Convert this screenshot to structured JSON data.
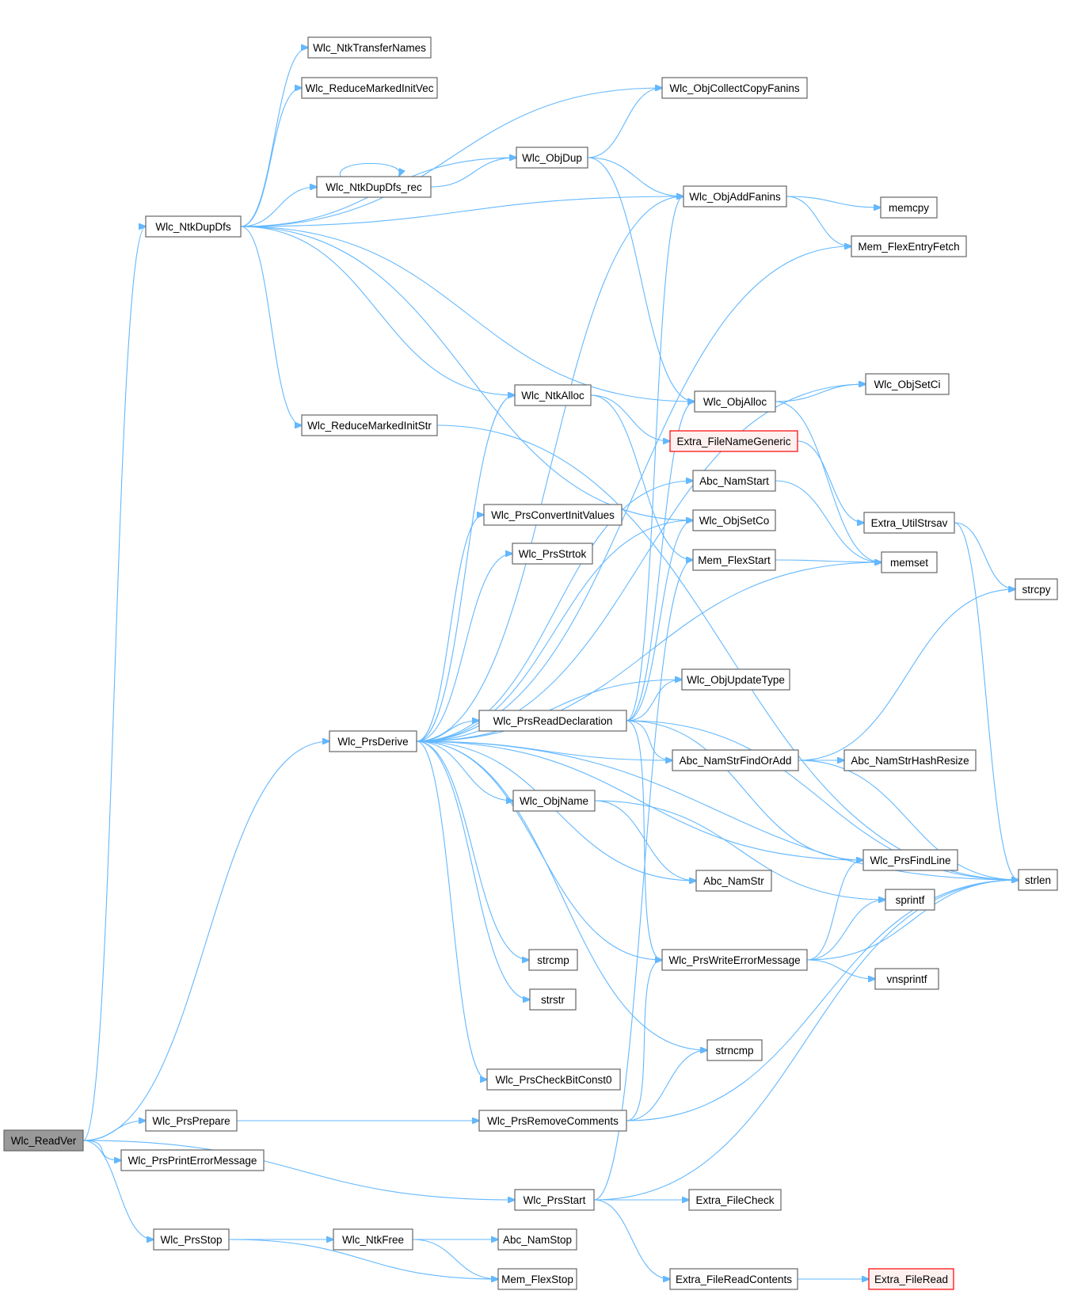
{
  "colors": {
    "edge": "#63b8ff",
    "root_fill": "#999999",
    "node_border": "#666666",
    "truncated_border": "#ff0000"
  },
  "nodes": [
    {
      "id": "Wlc_ReadVer",
      "label": "Wlc_ReadVer",
      "root": true
    },
    {
      "id": "Wlc_NtkDupDfs",
      "label": "Wlc_NtkDupDfs"
    },
    {
      "id": "Wlc_PrsDerive",
      "label": "Wlc_PrsDerive"
    },
    {
      "id": "Wlc_PrsPrepare",
      "label": "Wlc_PrsPrepare"
    },
    {
      "id": "Wlc_PrsPrintErrorMessage",
      "label": "Wlc_PrsPrintErrorMessage"
    },
    {
      "id": "Wlc_PrsStop",
      "label": "Wlc_PrsStop"
    },
    {
      "id": "Wlc_NtkTransferNames",
      "label": "Wlc_NtkTransferNames"
    },
    {
      "id": "Wlc_ReduceMarkedInitVec",
      "label": "Wlc_ReduceMarkedInitVec"
    },
    {
      "id": "Wlc_NtkDupDfs_rec",
      "label": "Wlc_NtkDupDfs_rec"
    },
    {
      "id": "Wlc_ReduceMarkedInitStr",
      "label": "Wlc_ReduceMarkedInitStr"
    },
    {
      "id": "Wlc_NtkFree",
      "label": "Wlc_NtkFree"
    },
    {
      "id": "Wlc_ObjDup",
      "label": "Wlc_ObjDup"
    },
    {
      "id": "Wlc_NtkAlloc",
      "label": "Wlc_NtkAlloc"
    },
    {
      "id": "Wlc_PrsConvertInitValues",
      "label": "Wlc_PrsConvertInitValues"
    },
    {
      "id": "Wlc_PrsStrtok",
      "label": "Wlc_PrsStrtok"
    },
    {
      "id": "Wlc_PrsReadDeclaration",
      "label": "Wlc_PrsReadDeclaration"
    },
    {
      "id": "Wlc_ObjName",
      "label": "Wlc_ObjName"
    },
    {
      "id": "strcmp",
      "label": "strcmp"
    },
    {
      "id": "strstr",
      "label": "strstr"
    },
    {
      "id": "Wlc_PrsCheckBitConst0",
      "label": "Wlc_PrsCheckBitConst0"
    },
    {
      "id": "Wlc_PrsRemoveComments",
      "label": "Wlc_PrsRemoveComments"
    },
    {
      "id": "Wlc_PrsStart",
      "label": "Wlc_PrsStart"
    },
    {
      "id": "Wlc_ObjCollectCopyFanins",
      "label": "Wlc_ObjCollectCopyFanins"
    },
    {
      "id": "Wlc_ObjAddFanins",
      "label": "Wlc_ObjAddFanins"
    },
    {
      "id": "Wlc_ObjAlloc",
      "label": "Wlc_ObjAlloc"
    },
    {
      "id": "Extra_FileNameGeneric",
      "label": "Extra_FileNameGeneric",
      "red": true
    },
    {
      "id": "Abc_NamStart",
      "label": "Abc_NamStart"
    },
    {
      "id": "Wlc_ObjSetCo",
      "label": "Wlc_ObjSetCo"
    },
    {
      "id": "Mem_FlexStart",
      "label": "Mem_FlexStart"
    },
    {
      "id": "Wlc_ObjUpdateType",
      "label": "Wlc_ObjUpdateType"
    },
    {
      "id": "Abc_NamStrFindOrAdd",
      "label": "Abc_NamStrFindOrAdd"
    },
    {
      "id": "Abc_NamStr",
      "label": "Abc_NamStr"
    },
    {
      "id": "Wlc_PrsWriteErrorMessage",
      "label": "Wlc_PrsWriteErrorMessage"
    },
    {
      "id": "strncmp",
      "label": "strncmp"
    },
    {
      "id": "Extra_FileCheck",
      "label": "Extra_FileCheck"
    },
    {
      "id": "Abc_NamStop",
      "label": "Abc_NamStop"
    },
    {
      "id": "Mem_FlexStop",
      "label": "Mem_FlexStop"
    },
    {
      "id": "Extra_FileReadContents",
      "label": "Extra_FileReadContents"
    },
    {
      "id": "memcpy",
      "label": "memcpy"
    },
    {
      "id": "Mem_FlexEntryFetch",
      "label": "Mem_FlexEntryFetch"
    },
    {
      "id": "Wlc_ObjSetCi",
      "label": "Wlc_ObjSetCi"
    },
    {
      "id": "Extra_UtilStrsav",
      "label": "Extra_UtilStrsav"
    },
    {
      "id": "memset",
      "label": "memset"
    },
    {
      "id": "Abc_NamStrHashResize",
      "label": "Abc_NamStrHashResize"
    },
    {
      "id": "Wlc_PrsFindLine",
      "label": "Wlc_PrsFindLine"
    },
    {
      "id": "sprintf",
      "label": "sprintf"
    },
    {
      "id": "vnsprintf",
      "label": "vnsprintf"
    },
    {
      "id": "Extra_FileRead",
      "label": "Extra_FileRead",
      "red": true
    },
    {
      "id": "strcpy",
      "label": "strcpy"
    },
    {
      "id": "strlen",
      "label": "strlen"
    }
  ],
  "edges": [
    [
      "Wlc_ReadVer",
      "Wlc_NtkDupDfs"
    ],
    [
      "Wlc_ReadVer",
      "Wlc_PrsDerive"
    ],
    [
      "Wlc_ReadVer",
      "Wlc_PrsPrepare"
    ],
    [
      "Wlc_ReadVer",
      "Wlc_PrsPrintErrorMessage"
    ],
    [
      "Wlc_ReadVer",
      "Wlc_PrsStart"
    ],
    [
      "Wlc_ReadVer",
      "Wlc_PrsStop"
    ],
    [
      "Wlc_NtkDupDfs",
      "Wlc_NtkTransferNames"
    ],
    [
      "Wlc_NtkDupDfs",
      "Wlc_ReduceMarkedInitVec"
    ],
    [
      "Wlc_NtkDupDfs",
      "Wlc_ObjCollectCopyFanins"
    ],
    [
      "Wlc_NtkDupDfs",
      "Wlc_ObjAddFanins"
    ],
    [
      "Wlc_NtkDupDfs",
      "Wlc_NtkDupDfs_rec"
    ],
    [
      "Wlc_NtkDupDfs",
      "Wlc_ObjDup"
    ],
    [
      "Wlc_NtkDupDfs",
      "Wlc_ObjAlloc"
    ],
    [
      "Wlc_NtkDupDfs",
      "Wlc_NtkAlloc"
    ],
    [
      "Wlc_NtkDupDfs",
      "Wlc_ObjSetCo"
    ],
    [
      "Wlc_NtkDupDfs",
      "Wlc_ReduceMarkedInitStr"
    ],
    [
      "Wlc_NtkDupDfs_rec",
      "Wlc_NtkDupDfs_rec"
    ],
    [
      "Wlc_NtkDupDfs_rec",
      "Wlc_ObjDup"
    ],
    [
      "Wlc_ObjDup",
      "Wlc_ObjCollectCopyFanins"
    ],
    [
      "Wlc_ObjDup",
      "Wlc_ObjAddFanins"
    ],
    [
      "Wlc_ObjDup",
      "Wlc_ObjAlloc"
    ],
    [
      "Wlc_ObjAddFanins",
      "memcpy"
    ],
    [
      "Wlc_ObjAddFanins",
      "Mem_FlexEntryFetch"
    ],
    [
      "Wlc_ObjAlloc",
      "Wlc_ObjSetCi"
    ],
    [
      "Wlc_ObjAlloc",
      "memset"
    ],
    [
      "Wlc_ReduceMarkedInitStr",
      "strlen"
    ],
    [
      "Wlc_NtkAlloc",
      "Extra_FileNameGeneric"
    ],
    [
      "Wlc_NtkAlloc",
      "Mem_FlexStart"
    ],
    [
      "Extra_FileNameGeneric",
      "Extra_UtilStrsav"
    ],
    [
      "Extra_UtilStrsav",
      "strcpy"
    ],
    [
      "Extra_UtilStrsav",
      "strlen"
    ],
    [
      "Abc_NamStart",
      "memset"
    ],
    [
      "Mem_FlexStart",
      "memset"
    ],
    [
      "Wlc_PrsDerive",
      "Wlc_ObjAddFanins"
    ],
    [
      "Wlc_PrsDerive",
      "Mem_FlexEntryFetch"
    ],
    [
      "Wlc_PrsDerive",
      "Wlc_ObjSetCi"
    ],
    [
      "Wlc_PrsDerive",
      "Wlc_NtkAlloc"
    ],
    [
      "Wlc_PrsDerive",
      "Abc_NamStart"
    ],
    [
      "Wlc_PrsDerive",
      "Wlc_PrsConvertInitValues"
    ],
    [
      "Wlc_PrsDerive",
      "Wlc_PrsStrtok"
    ],
    [
      "Wlc_PrsDerive",
      "Wlc_ObjSetCo"
    ],
    [
      "Wlc_PrsDerive",
      "memset"
    ],
    [
      "Wlc_PrsDerive",
      "Wlc_ObjUpdateType"
    ],
    [
      "Wlc_PrsDerive",
      "Wlc_PrsReadDeclaration"
    ],
    [
      "Wlc_PrsDerive",
      "Abc_NamStrFindOrAdd"
    ],
    [
      "Wlc_PrsDerive",
      "Wlc_ObjName"
    ],
    [
      "Wlc_PrsDerive",
      "Abc_NamStr"
    ],
    [
      "Wlc_PrsDerive",
      "Wlc_PrsFindLine"
    ],
    [
      "Wlc_PrsDerive",
      "Wlc_PrsWriteErrorMessage"
    ],
    [
      "Wlc_PrsDerive",
      "strcmp"
    ],
    [
      "Wlc_PrsDerive",
      "strstr"
    ],
    [
      "Wlc_PrsDerive",
      "strncmp"
    ],
    [
      "Wlc_PrsDerive",
      "Wlc_PrsCheckBitConst0"
    ],
    [
      "Wlc_PrsDerive",
      "strlen"
    ],
    [
      "Wlc_PrsReadDeclaration",
      "Wlc_ObjAddFanins"
    ],
    [
      "Wlc_PrsReadDeclaration",
      "Wlc_ObjAlloc"
    ],
    [
      "Wlc_PrsReadDeclaration",
      "Wlc_ObjSetCo"
    ],
    [
      "Wlc_PrsReadDeclaration",
      "Wlc_ObjUpdateType"
    ],
    [
      "Wlc_PrsReadDeclaration",
      "Abc_NamStrFindOrAdd"
    ],
    [
      "Wlc_PrsReadDeclaration",
      "Wlc_PrsFindLine"
    ],
    [
      "Wlc_PrsReadDeclaration",
      "Wlc_PrsWriteErrorMessage"
    ],
    [
      "Wlc_PrsReadDeclaration",
      "strlen"
    ],
    [
      "Abc_NamStrFindOrAdd",
      "strcpy"
    ],
    [
      "Abc_NamStrFindOrAdd",
      "Abc_NamStrHashResize"
    ],
    [
      "Abc_NamStrFindOrAdd",
      "strlen"
    ],
    [
      "Wlc_ObjName",
      "Abc_NamStr"
    ],
    [
      "Wlc_ObjName",
      "sprintf"
    ],
    [
      "Wlc_PrsWriteErrorMessage",
      "Wlc_PrsFindLine"
    ],
    [
      "Wlc_PrsWriteErrorMessage",
      "sprintf"
    ],
    [
      "Wlc_PrsWriteErrorMessage",
      "vnsprintf"
    ],
    [
      "Wlc_PrsWriteErrorMessage",
      "strlen"
    ],
    [
      "Wlc_PrsPrepare",
      "Wlc_PrsRemoveComments"
    ],
    [
      "Wlc_PrsRemoveComments",
      "Wlc_PrsWriteErrorMessage"
    ],
    [
      "Wlc_PrsRemoveComments",
      "strncmp"
    ],
    [
      "Wlc_PrsRemoveComments",
      "strlen"
    ],
    [
      "Wlc_PrsStart",
      "Mem_FlexStart"
    ],
    [
      "Wlc_PrsStart",
      "Extra_FileCheck"
    ],
    [
      "Wlc_PrsStart",
      "Extra_FileReadContents"
    ],
    [
      "Wlc_PrsStart",
      "strlen"
    ],
    [
      "Extra_FileReadContents",
      "Extra_FileRead"
    ],
    [
      "Wlc_PrsStop",
      "Wlc_NtkFree"
    ],
    [
      "Wlc_PrsStop",
      "Mem_FlexStop"
    ],
    [
      "Wlc_NtkFree",
      "Abc_NamStop"
    ],
    [
      "Wlc_NtkFree",
      "Mem_FlexStop"
    ]
  ]
}
